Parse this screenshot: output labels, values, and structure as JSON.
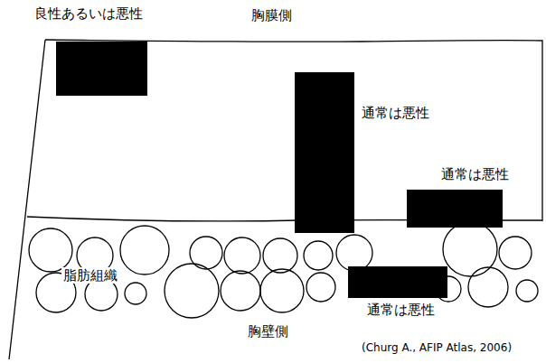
{
  "diagram": {
    "caption": "(Churg A., AFIP Atlas, 2006)",
    "labels": [
      "良性あるいは悪性",
      "胸膜側",
      "通常は悪性",
      "通常は悪性",
      "脂肪組織",
      "通常は悪性",
      "胸壁側"
    ]
  }
}
